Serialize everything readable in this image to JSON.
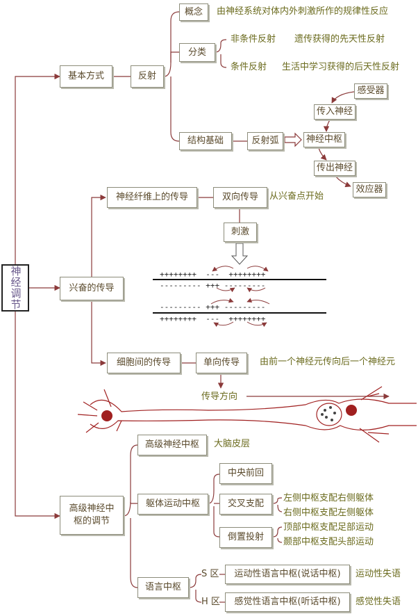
{
  "root": "神经调节",
  "reflex_section": {
    "basic_way": "基本方式",
    "reflex": "反射",
    "concept_label": "概念",
    "concept_text": "由神经系统对体内外刺激所作的规律性反应",
    "classification_label": "分类",
    "unconditioned": "非条件反射",
    "unconditioned_desc": "遗传获得的先天性反射",
    "conditioned": "条件反射",
    "conditioned_desc": "生活中学习获得的后天性反射",
    "structural_basis": "结构基础",
    "reflex_arc": "反射弧",
    "arc_parts": [
      "感受器",
      "传入神经",
      "神经中枢",
      "传出神经",
      "效应器"
    ]
  },
  "excitation_section": {
    "title": "兴奋的传导",
    "fiber_conduction": "神经纤维上的传导",
    "bidirectional": "双向传导",
    "from_point": "从兴奋点开始",
    "stimulus": "刺激",
    "charge_row1_top": "++++++++  ---  ++++++++",
    "charge_row1_bottom": "--------- +++ ---------",
    "charge_row2_top": "--------- +++ ---------",
    "charge_row2_bottom": "++++++++  ---  ++++++++",
    "between_cells": "细胞间的传导",
    "unidirectional": "单向传导",
    "unidirectional_desc": "由前一个神经元传向后一个神经元",
    "direction": "传导方向"
  },
  "higher_section": {
    "title": "高级神经中枢的调节",
    "higher_center": "高级神经中枢",
    "cortex": "大脑皮层",
    "motor_center": "躯体运动中枢",
    "precentral": "中央前回",
    "cross_control": "交叉支配",
    "left_right": "左侧中枢支配右侧躯体",
    "right_left": "右侧中枢支配左侧躯体",
    "inverted": "倒置投射",
    "top_foot": "顶部中枢支配足部运动",
    "temporal_head": "颞部中枢支配头部运动",
    "language_center": "语言中枢",
    "s_area": "S 区",
    "h_area": "H 区",
    "motor_language": "运动性语言中枢(说话中枢)",
    "sensory_language": "感觉性语言中枢(听话中枢)",
    "motor_aphasia": "运动性失语",
    "sensory_aphasia": "感觉性失语"
  },
  "colors": {
    "wire": "#8b3a3a",
    "text_olive": "#6b6b1e",
    "box_border": "#8c8c7a",
    "neuron": "#a02020"
  }
}
